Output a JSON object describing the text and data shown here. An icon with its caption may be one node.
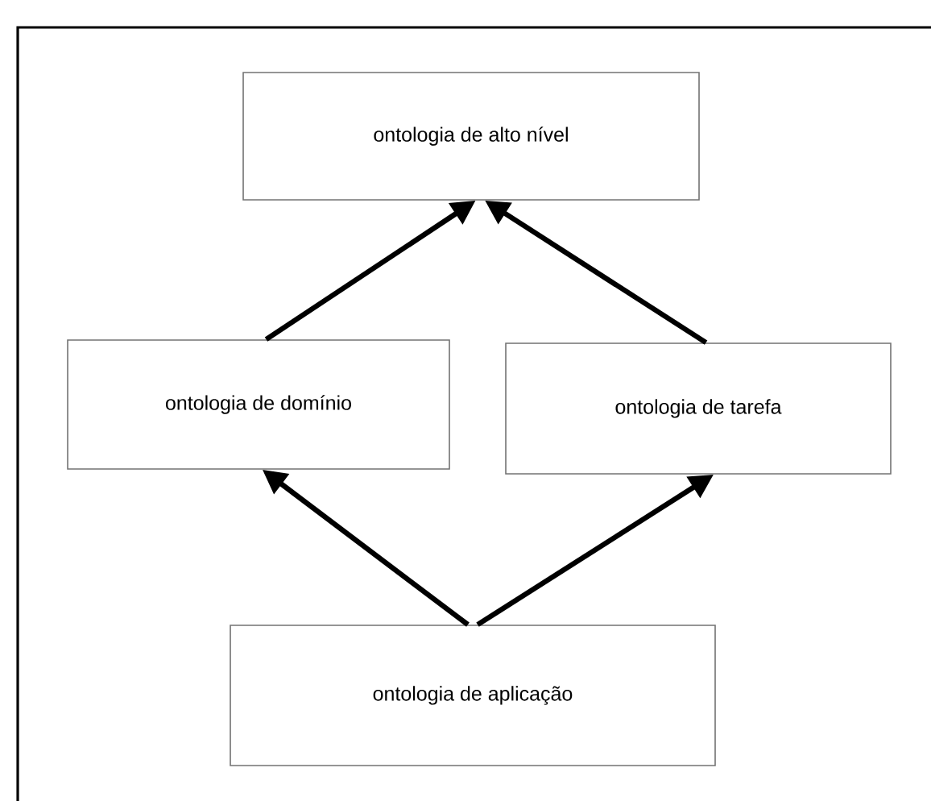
{
  "diagram": {
    "nodes": [
      {
        "text": [
          "ontologia de alto nível"
        ]
      },
      {
        "text": [
          "ontologia de domínio"
        ]
      },
      {
        "text": [
          "ontologia de tarefa"
        ]
      },
      {
        "text": [
          "ontologia de aplicação"
        ]
      }
    ],
    "edges": [
      {
        "from": 1,
        "to": 0,
        "arrow": "to"
      },
      {
        "from": 2,
        "to": 0,
        "arrow": "to"
      },
      {
        "from": 3,
        "to": 1,
        "arrow": "to"
      },
      {
        "from": 3,
        "to": 2,
        "arrow": "to"
      }
    ]
  }
}
